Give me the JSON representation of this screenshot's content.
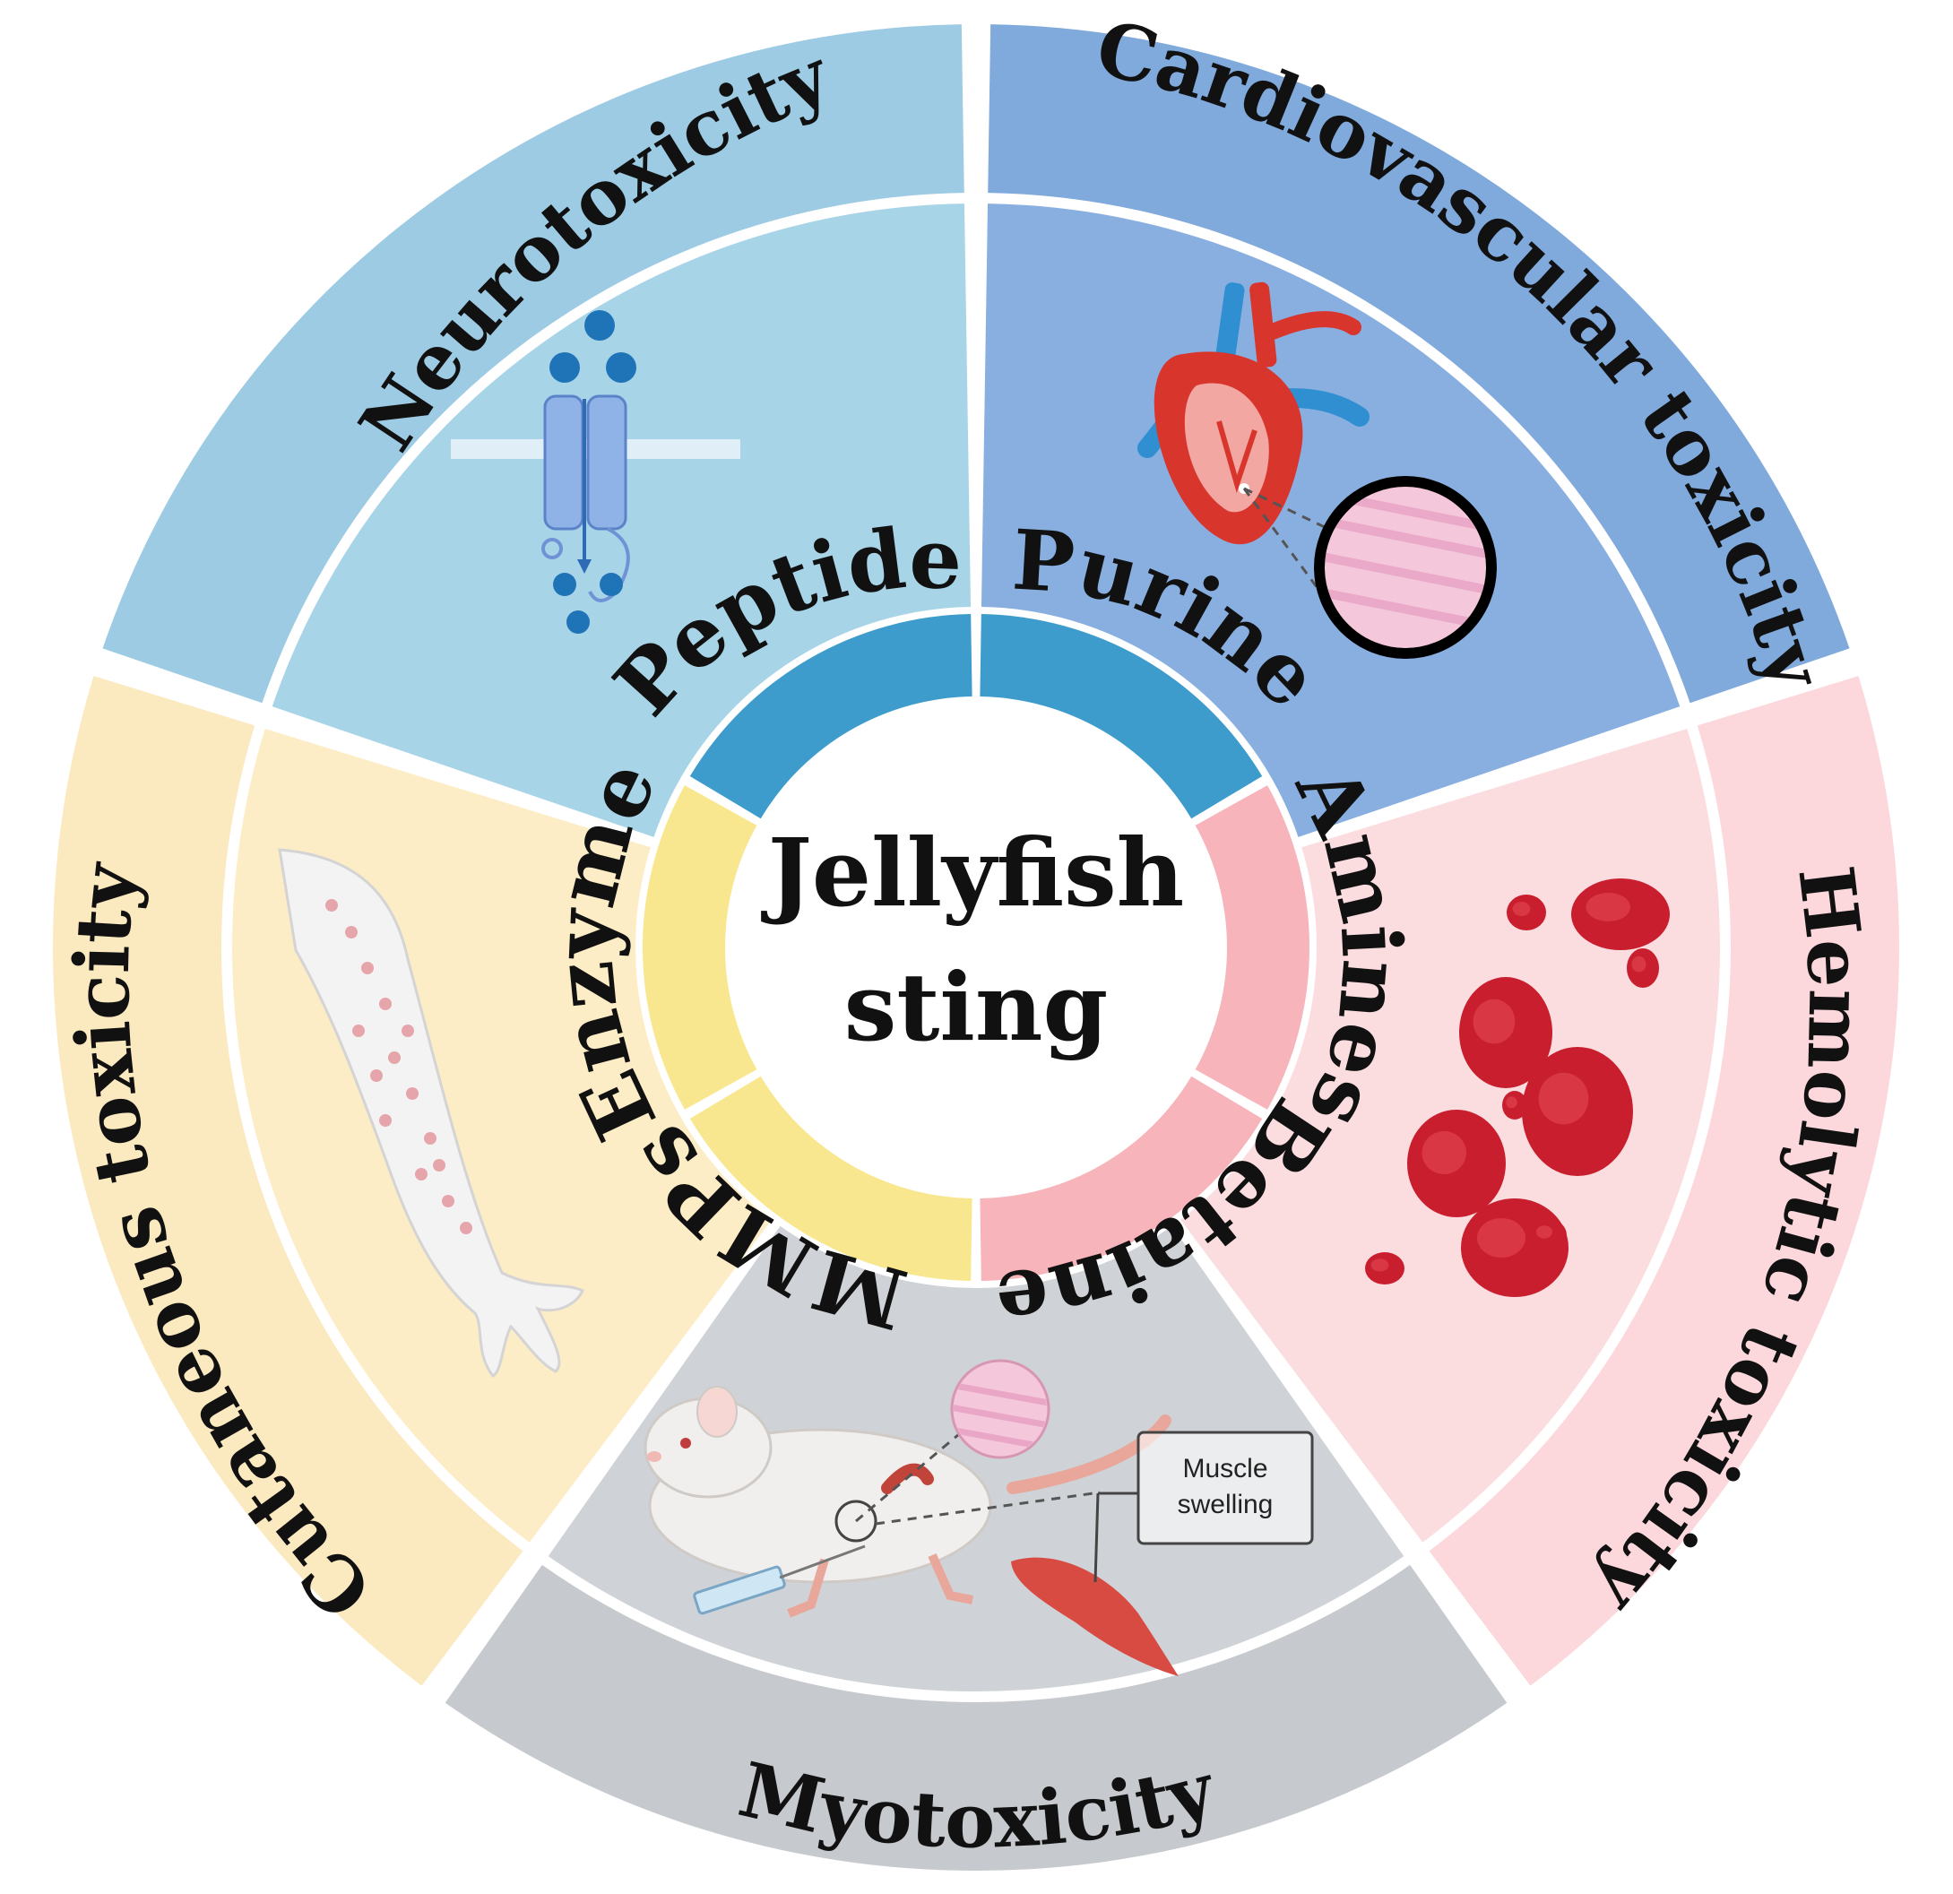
{
  "center": {
    "line1": "Jellyfish",
    "line2": "sting"
  },
  "outer_labels": {
    "neuro": "Neurotoxicity",
    "cardio": "Cardiovascular toxicity",
    "hemo": "Hemolytic toxicity",
    "myo": "Myotoxicity",
    "cutaneous": "Cutaneous toxicity"
  },
  "inner_labels": {
    "peptide": "Peptide",
    "purine": "Purine",
    "amines": "Amines",
    "betaine": "Betaine",
    "mmps": "MMPs",
    "enzyme": "Enzyme"
  },
  "callout": {
    "line1": "Muscle",
    "line2": "swelling"
  },
  "colors": {
    "neuro": "#a8d4e8",
    "neuro_outer": "#9ccbe3",
    "cardio": "#88afe0",
    "cardio_outer": "#80a9dc",
    "hemo": "#fbdde0",
    "hemo_outer": "#fcd8dc",
    "myo": "#cfd2d6",
    "myo_outer": "#c6c9cd",
    "cutaneous": "#fdedc6",
    "cutaneous_outer": "#fbe9c0",
    "inner_blue": "#3e9ccd",
    "inner_pink": "#f7b4ba",
    "inner_yellow": "#f8e78e",
    "heart": "#d8352d",
    "vessel": "#2f8fd0",
    "rbc": "#c81e2e"
  },
  "icons": [
    "ion-channel-icon",
    "heart-icon",
    "tissue-magnifier-icon",
    "red-blood-cells-icon",
    "arm-rash-icon",
    "mouse-icon",
    "syringe-icon",
    "muscle-icon"
  ]
}
